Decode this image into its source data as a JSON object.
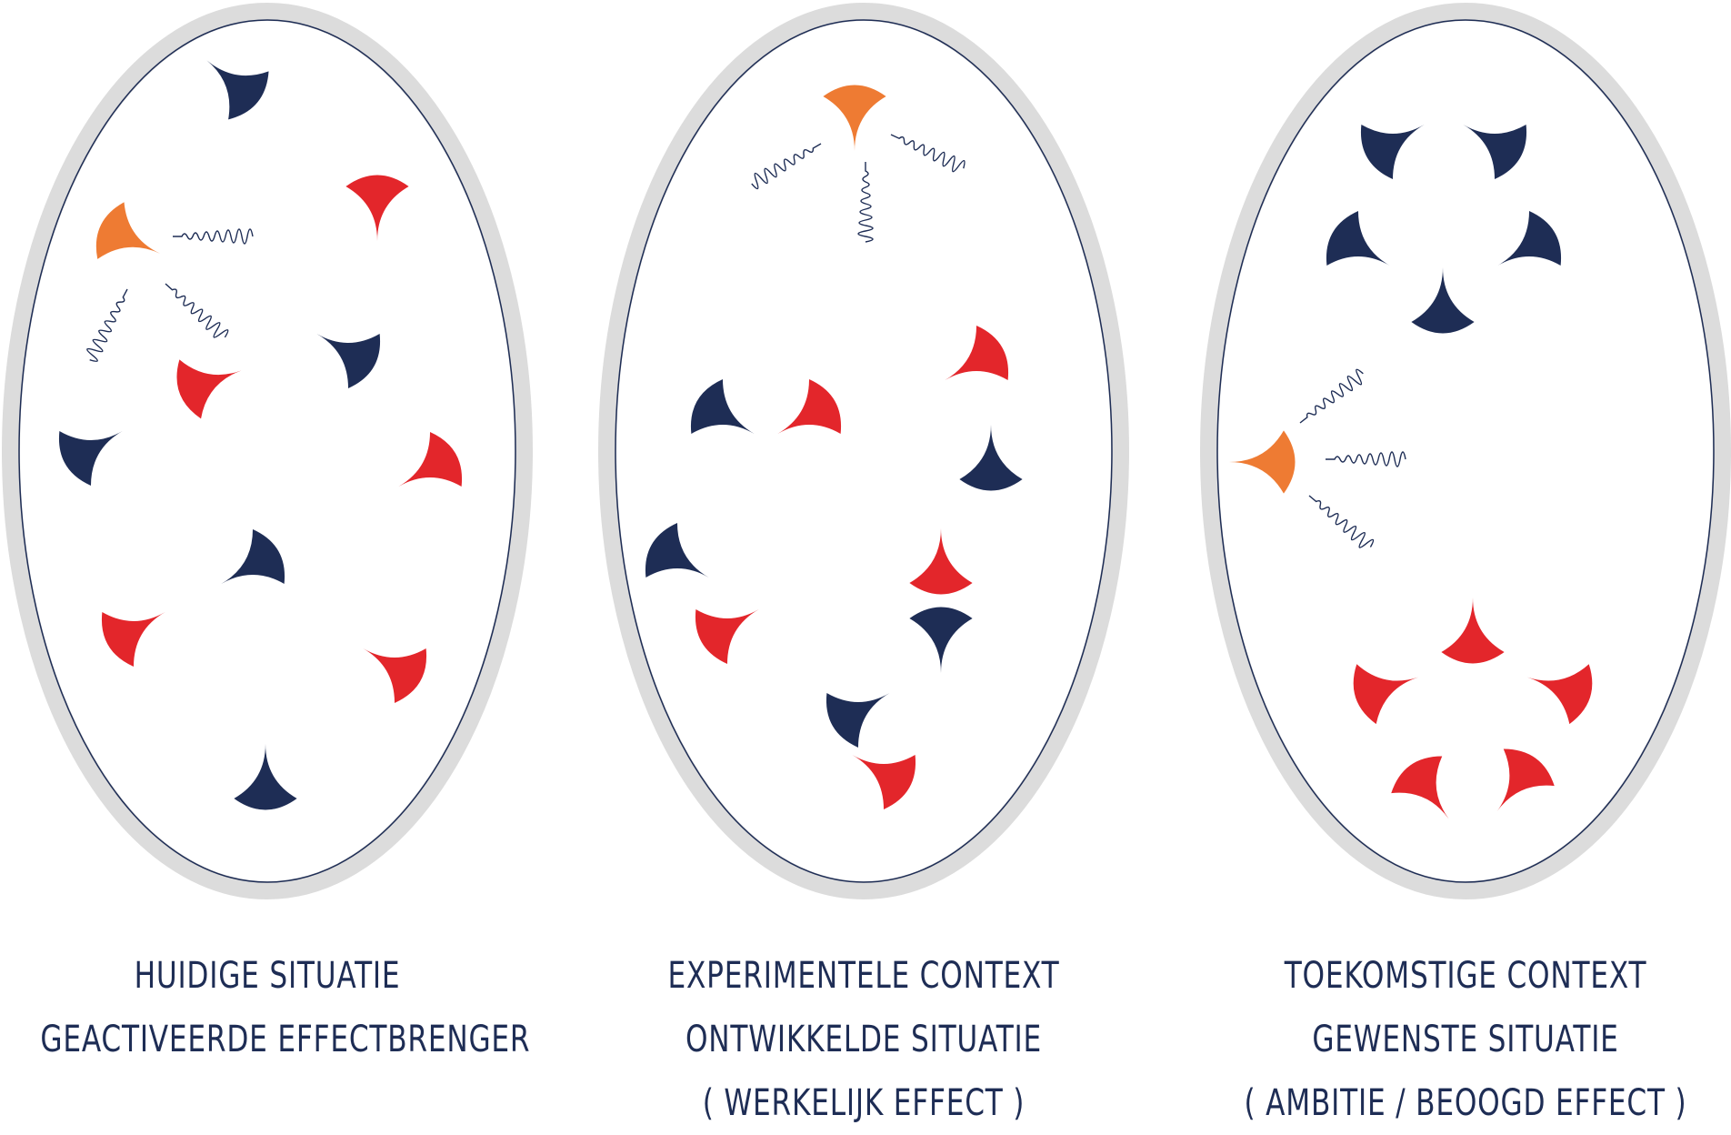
{
  "colors": {
    "navy": "#1e2d55",
    "red": "#e3262b",
    "orange": "#ee7b33",
    "ring_gray": "#dcdcdc",
    "outline": "#1e2d55"
  },
  "shapes": {
    "element": "curved-triangle",
    "signal": "squiggle-icon"
  },
  "panels": [
    {
      "caption": [
        "HUIDIGE SITUATIE",
        "GEACTIVEERDE EFFECTBRENGER"
      ]
    },
    {
      "caption": [
        "EXPERIMENTELE CONTEXT",
        "ONTWIKKELDE SITUATIE",
        "( WERKELIJK EFFECT )"
      ]
    },
    {
      "caption": [
        "TOEKOMSTIGE CONTEXT",
        "GEWENSTE SITUATIE",
        "( AMBITIE / BEOOGD EFFECT )"
      ]
    }
  ]
}
